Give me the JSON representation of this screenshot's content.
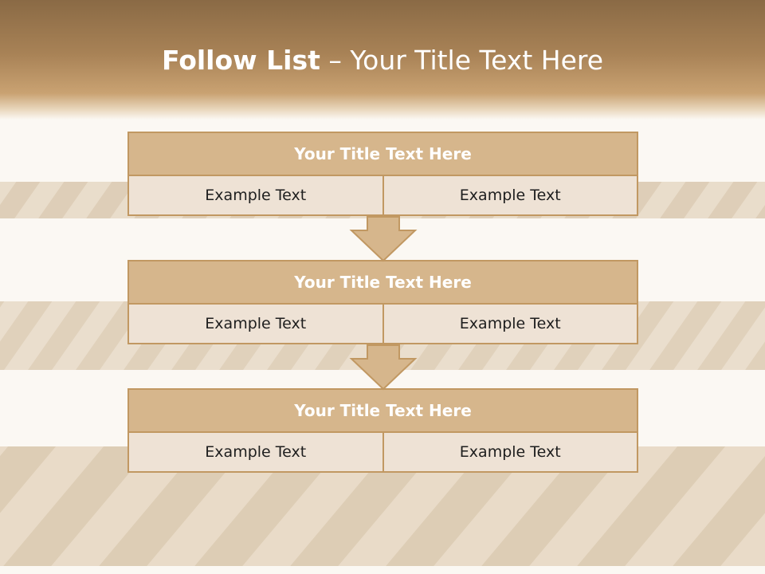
{
  "title": {
    "bold": "Follow List",
    "rest": " – Your Title Text Here"
  },
  "blocks": [
    {
      "title": "Your Title Text Here",
      "cells": [
        "Example Text",
        "Example Text"
      ]
    },
    {
      "title": "Your Title Text Here",
      "cells": [
        "Example Text",
        "Example Text"
      ]
    },
    {
      "title": "Your Title Text Here",
      "cells": [
        "Example Text",
        "Example Text"
      ]
    }
  ],
  "colors": {
    "header": "#a88256",
    "box_title": "#d6b68c",
    "box_cell": "#eee2d5",
    "border": "#c19862",
    "arrow": "#d6b68c"
  }
}
